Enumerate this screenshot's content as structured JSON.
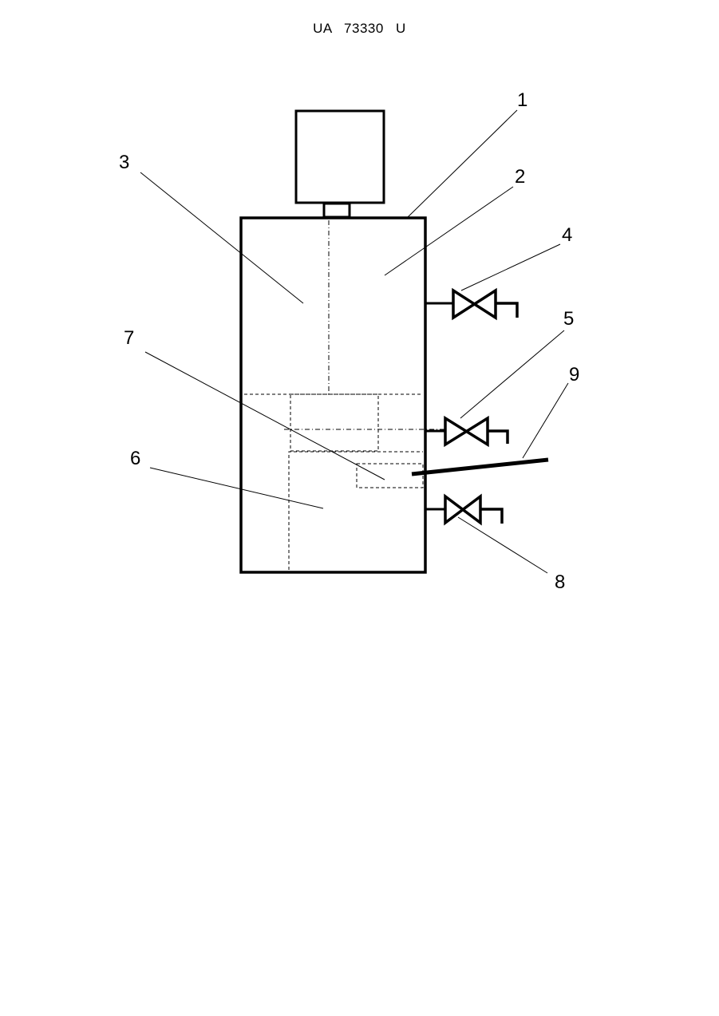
{
  "header": {
    "text": "UA   73330   U"
  },
  "figure": {
    "labels": {
      "l1": "1",
      "l2": "2",
      "l3": "3",
      "l4": "4",
      "l5": "5",
      "l6": "6",
      "l7": "7",
      "l8": "8",
      "l9": "9"
    },
    "colors": {
      "ink": "#000000"
    }
  }
}
